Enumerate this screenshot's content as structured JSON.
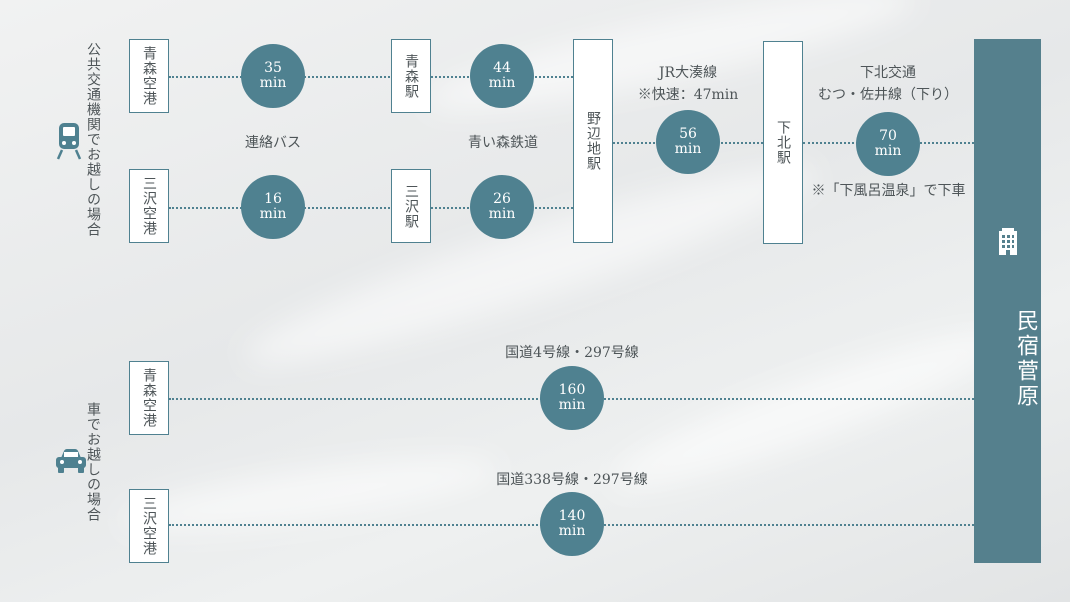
{
  "sections": {
    "public_transport_label": "公共交通機関でお越しの場合",
    "car_label": "車でお越しの場合"
  },
  "stations": {
    "aomori_airport_1": "青森空港",
    "misawa_airport_1": "三沢空港",
    "aomori_station": "青森駅",
    "misawa_station": "三沢駅",
    "noheji_station": "野辺地駅",
    "shimokita_station": "下北駅",
    "aomori_airport_2": "青森空港",
    "misawa_airport_2": "三沢空港"
  },
  "routes": {
    "bus_label": "連絡バス",
    "aoimori_label": "青い森鉄道",
    "jr_label_1": "JR大湊線",
    "jr_label_2": "※快速：47min",
    "shimokita_bus_1": "下北交通",
    "shimokita_bus_2": "むつ・佐井線（下り）",
    "shimokita_note": "※「下風呂温泉」で下車",
    "road_1": "国道4号線・297号線",
    "road_2": "国道338号線・297号線"
  },
  "times": {
    "t1": {
      "value": "35",
      "unit": "min"
    },
    "t2": {
      "value": "16",
      "unit": "min"
    },
    "t3": {
      "value": "44",
      "unit": "min"
    },
    "t4": {
      "value": "26",
      "unit": "min"
    },
    "t5": {
      "value": "56",
      "unit": "min"
    },
    "t6": {
      "value": "70",
      "unit": "min"
    },
    "t7": {
      "value": "160",
      "unit": "min"
    },
    "t8": {
      "value": "140",
      "unit": "min"
    }
  },
  "destination": {
    "name": "民宿菅原",
    "icon": "building-icon"
  },
  "icons": {
    "train": "train-icon",
    "car": "car-icon"
  },
  "colors": {
    "accent": "#4f8190",
    "destination": "#55808d"
  }
}
